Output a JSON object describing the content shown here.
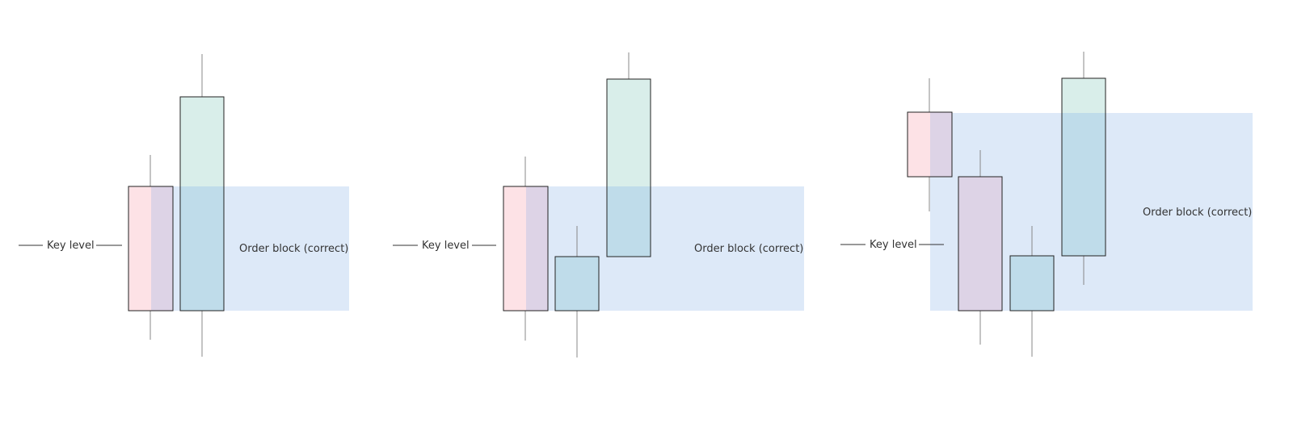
{
  "colors": {
    "background": "#ffffff",
    "order_block_fill": "#dde9f8",
    "bearish_fill": "#fde2e6",
    "bullish_fill": "#d9eeea",
    "overlap_fill": "#bfdcea",
    "purple_fill": "#ddd3e6",
    "border": "#222222",
    "wick": "#888888",
    "text": "#333333"
  },
  "panels": [
    {
      "key_level_label": "Key level",
      "order_block_label": "Order block (correct)"
    },
    {
      "key_level_label": "Key level",
      "order_block_label": "Order block (correct)"
    },
    {
      "key_level_label": "Key level",
      "order_block_label": "Order block (correct)"
    }
  ]
}
